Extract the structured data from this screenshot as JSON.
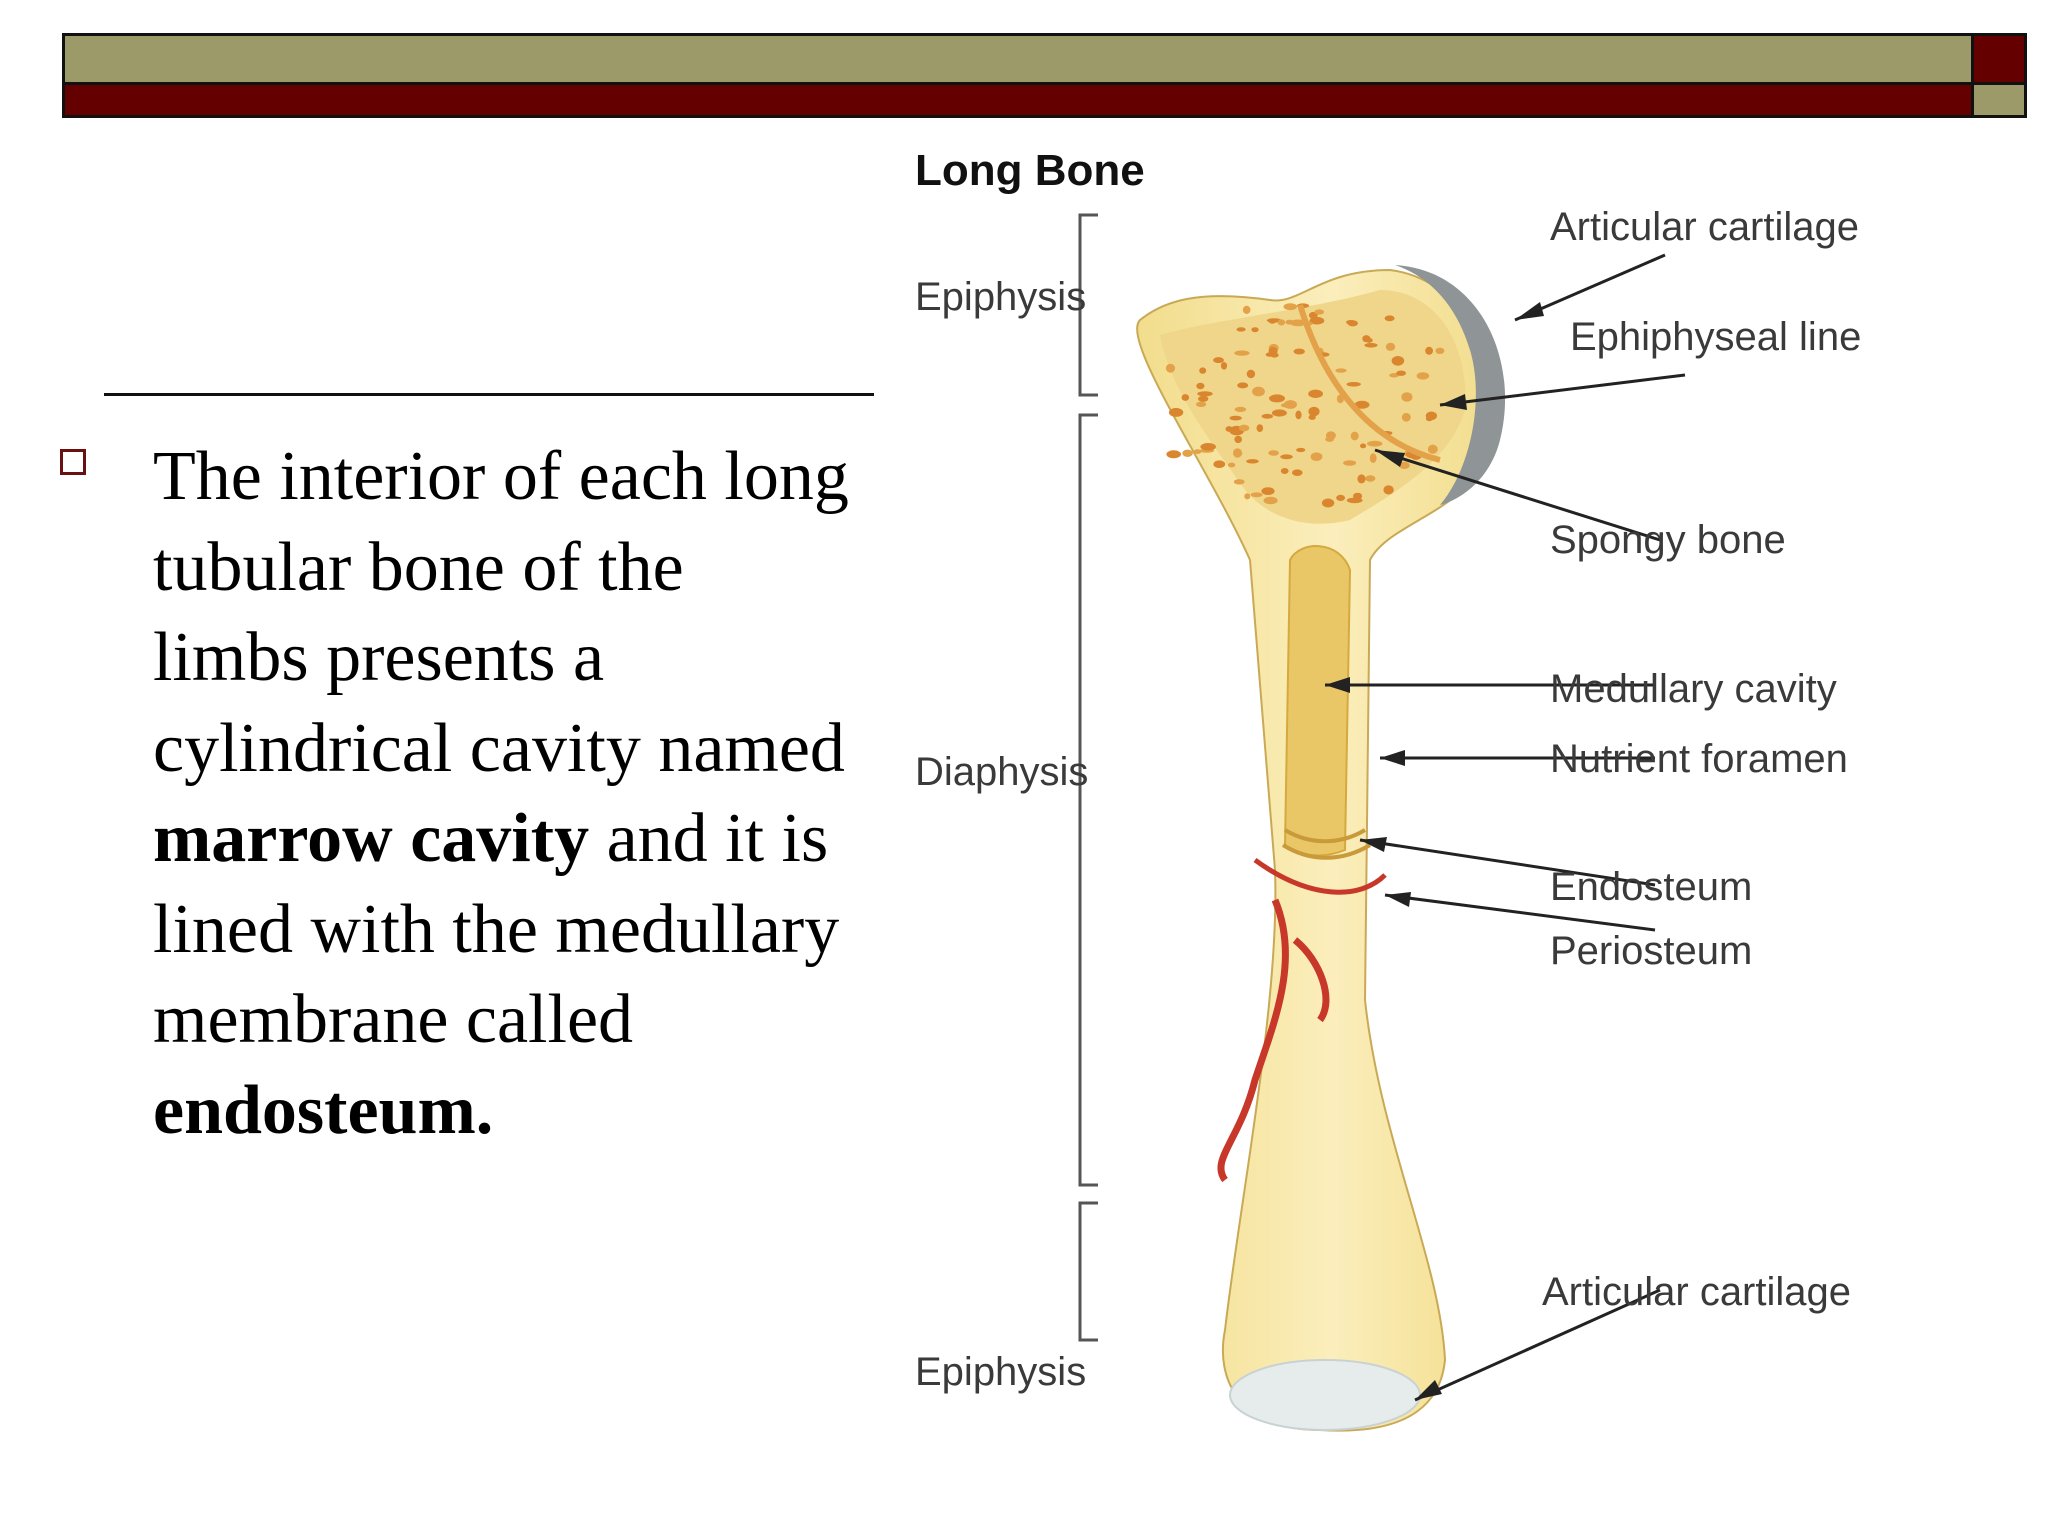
{
  "colors": {
    "olive": "#9d9a6a",
    "maroon": "#650001",
    "bullet": "#6b1010",
    "bone": "#f2dd8c",
    "bone_light": "#fbeebc",
    "spongy": "#e3a24a",
    "vessel": "#c8382a",
    "cartilage": "#e6ecec"
  },
  "slide": {
    "bullet_icon": "hollow-square-icon",
    "text_segments": [
      {
        "text": "The interior of each long tubular bone of the limbs presents a cylindrical cavity named ",
        "bold": false
      },
      {
        "text": "marrow cavity",
        "bold": true
      },
      {
        "text": " and it is lined with the medullary membrane called ",
        "bold": false
      },
      {
        "text": "endosteum.",
        "bold": true
      }
    ]
  },
  "diagram": {
    "title": "Long Bone",
    "labels": {
      "epiphysis_top": "Epiphysis",
      "diaphysis": "Diaphysis",
      "epiphysis_bottom": "Epiphysis",
      "articular_cartilage_top": "Articular cartilage",
      "epiphyseal_line": "Ephiphyseal line",
      "spongy_bone": "Spongy bone",
      "medullary_cavity": "Medullary cavity",
      "nutrient_foramen": "Nutrient foramen",
      "endosteum": "Endosteum",
      "periosteum": "Periosteum",
      "articular_cartilage_bottom": "Articular cartilage"
    }
  }
}
